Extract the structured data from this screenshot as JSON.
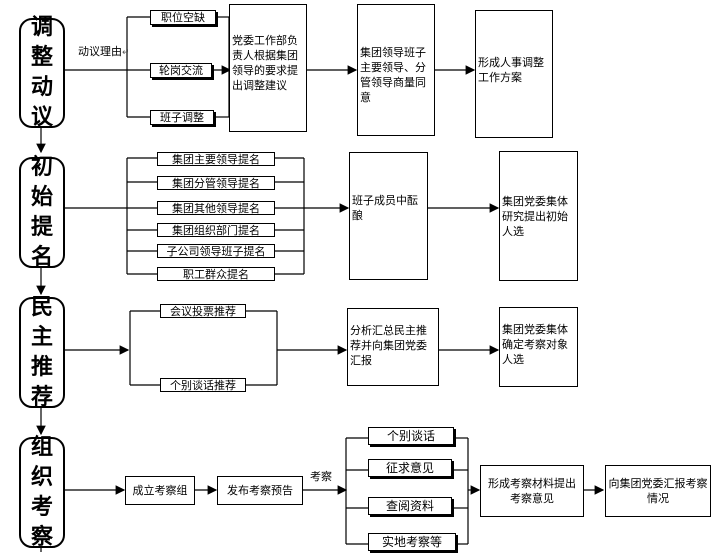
{
  "stages": {
    "s1": "调整动议",
    "s2": "初始提名",
    "s3": "民主推荐",
    "s4": "组织考察"
  },
  "row1": {
    "reason_label": "动议理由",
    "opt1": "职位空缺",
    "opt2": "轮岗交流",
    "opt3": "班子调整",
    "box1": "党委工作部负责人根据集团领导的要求提出调整建议",
    "box2": "集团领导班子主要领导、分管领导商量同意",
    "box3": "形成人事调整工作方案"
  },
  "row2": {
    "n1": "集团主要领导提名",
    "n2": "集团分管领导提名",
    "n3": "集团其他领导提名",
    "n4": "集团组织部门提名",
    "n5": "子公司领导班子提名",
    "n6": "职工群众提名",
    "box1": "班子成员中酝酿",
    "box2": "集团党委集体研究提出初始人选"
  },
  "row3": {
    "r1": "会议投票推荐",
    "r2": "个别谈话推荐",
    "box1": "分析汇总民主推荐并向集团党委汇报",
    "box2": "集团党委集体确定考察对象人选"
  },
  "row4": {
    "step1": "成立考察组",
    "step2": "发布考察预告",
    "label": "考察",
    "m1": "个别谈话",
    "m2": "征求意见",
    "m3": "查阅资料",
    "m4": "实地考察等",
    "box1": "形成考察材料提出考察意见",
    "box2": "向集团党委汇报考察情况"
  },
  "para_mark": "↵"
}
